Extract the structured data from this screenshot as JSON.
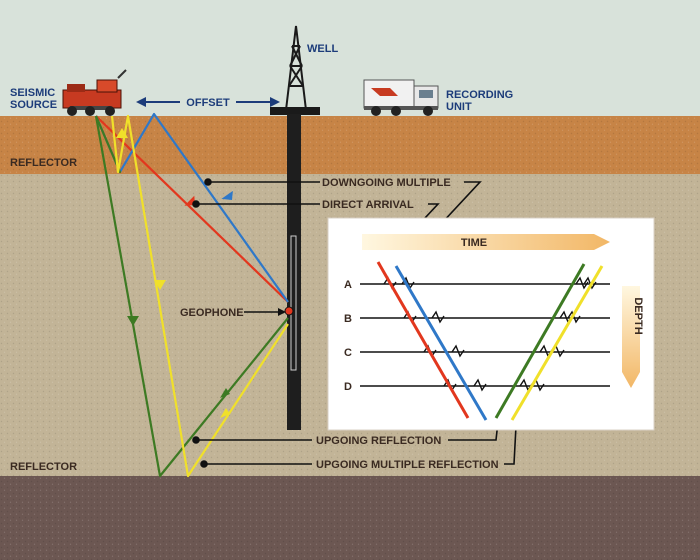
{
  "diagram": {
    "well_label": "WELL",
    "source_label_line1": "SEISMIC",
    "source_label_line2": "SOURCE",
    "recording_label_line1": "RECORDING",
    "recording_label_line2": "UNIT",
    "offset_label": "OFFSET",
    "reflector_top_label": "REFLECTOR",
    "reflector_bottom_label": "REFLECTOR",
    "downgoing_multiple_label": "DOWNGOING MULTIPLE",
    "direct_arrival_label": "DIRECT ARRIVAL",
    "geophone_label": "GEOPHONE",
    "upgoing_reflection_label": "UPGOING REFLECTION",
    "upgoing_multiple_reflection_label": "UPGOING MULTIPLE REFLECTION"
  },
  "inset": {
    "time_label": "TIME",
    "depth_label": "DEPTH",
    "levels": [
      "A",
      "B",
      "C",
      "D"
    ]
  },
  "colors": {
    "sky": "#d8e2da",
    "surface_layer": "#c78446",
    "middle_layer": "#c2b497",
    "bottom_layer": "#6c5752",
    "red_ray": "#e2371e",
    "blue_ray": "#2f78c8",
    "green_ray": "#3d7a23",
    "yellow_ray": "#f0e02a",
    "label_text": "#3a2a21",
    "top_label_text": "#1c3c7a"
  }
}
